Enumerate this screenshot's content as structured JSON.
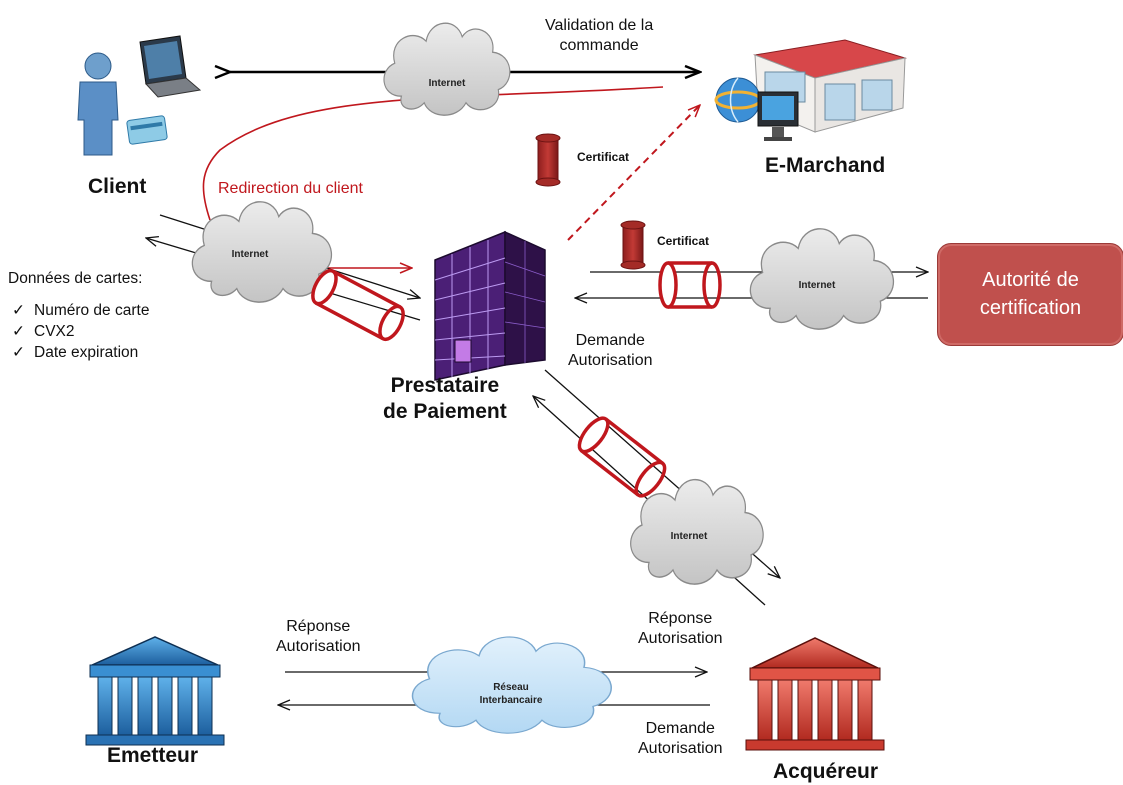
{
  "actors": {
    "client": "Client",
    "merchant": "E-Marchand",
    "psp_line1": "Prestataire",
    "psp_line2": "de Paiement",
    "issuer": "Emetteur",
    "acquirer": "Acquéreur",
    "authority_line1": "Autorité de",
    "authority_line2": "certification"
  },
  "clouds": {
    "internet": "Internet",
    "interbank_line1": "Réseau",
    "interbank_line2": "Interbancaire"
  },
  "flows": {
    "validation_line1": "Validation de la",
    "validation_line2": "commande",
    "redirect": "Redirection du client",
    "certificate": "Certificat",
    "demande": "Demande",
    "reponse": "Réponse",
    "autorisation": "Autorisation"
  },
  "card_data": {
    "title": "Données de cartes:",
    "items": [
      "Numéro de carte",
      "CVX2",
      "Date expiration"
    ],
    "check_glyph": "✓"
  },
  "colors": {
    "accent_red": "#c0171d",
    "building_purple": "#5b2a8a",
    "cloud_gray": "#d9d9d9",
    "cloud_blue": "#c9e4f8",
    "authority_red": "#c0504d",
    "bank_blue": "#2e7fc2",
    "bank_red": "#d9423a"
  }
}
